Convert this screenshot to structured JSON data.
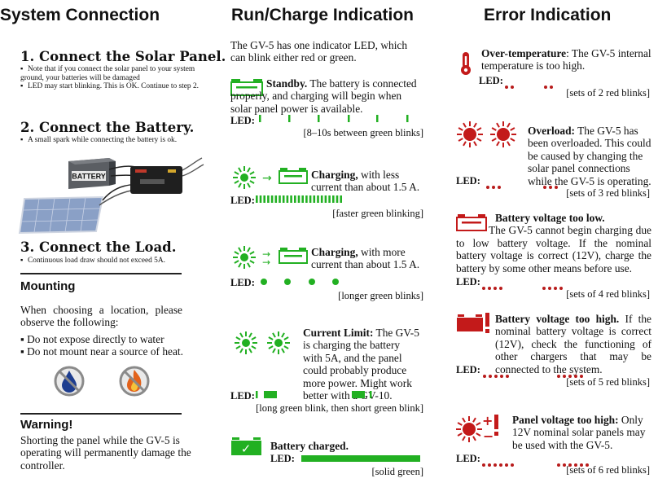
{
  "col1": {
    "title": "System Connection",
    "step1": {
      "heading": "1. Connect the Solar Panel.",
      "notes": [
        "Note that if you connect the solar panel to your system ground, your batteries will be damaged",
        "LED may start blinking.  This is OK.  Continue to step 2."
      ]
    },
    "step2": {
      "heading": "2. Connect the Battery.",
      "notes": [
        "A small spark while connecting the battery is ok."
      ],
      "battery_label": "BATTERY"
    },
    "step3": {
      "heading": "3. Connect the Load.",
      "notes": [
        "Continuous load draw should not exceed 5A."
      ]
    },
    "mounting": {
      "heading": "Mounting",
      "intro": "When choosing a location, please observe the following:",
      "items": [
        "Do not expose directly to water",
        "Do not mount near a source of heat."
      ]
    },
    "warning": {
      "heading": "Warning!",
      "text": "Shorting the panel while the GV-5 is operating will permanently damage the controller."
    }
  },
  "col2": {
    "title": "Run/Charge Indication",
    "intro": "The GV-5 has one indicator LED, which can blink either red or green.",
    "led_label": "LED:",
    "standby": {
      "title": "Standby.",
      "text": " The battery is connected properly, and charging will begin when solar panel power is available.",
      "caption": "[8–10s between green blinks]"
    },
    "charging_low": {
      "title": "Charging,",
      "text": " with less current than about 1.5 A.",
      "caption": "[faster green blinking]"
    },
    "charging_high": {
      "title": "Charging,",
      "text": " with more current than about 1.5 A.",
      "caption": "[longer green blinks]"
    },
    "current_limit": {
      "title": "Current Limit:",
      "text": " The GV-5 is charging the battery with 5A, and the panel could probably produce more power. Might work better with a GV-10.",
      "caption": "[long green blink, then short green blink]"
    },
    "charged": {
      "title": "Battery charged.",
      "caption": "[solid green]"
    }
  },
  "col3": {
    "title": "Error Indication",
    "led_label": "LED:",
    "over_temp": {
      "title": "Over-temperature",
      "text": ": The GV-5 internal temperature is too high.",
      "caption": "[sets of 2 red blinks]"
    },
    "overload": {
      "title": "Overload:",
      "text": " The GV-5 has been overloaded.  This could be caused by changing the solar panel connections while the GV-5 is operating.",
      "caption": "[sets of 3 red blinks]"
    },
    "batt_low": {
      "title": "Battery voltage too low.",
      "text": "The GV-5 cannot begin charging due to low battery voltage.  If the nominal battery voltage is correct (12V), charge the battery by some other means before use.",
      "caption": "[sets of 4 red blinks]"
    },
    "batt_high": {
      "title": "Battery voltage too high.",
      "text": "  If the nominal battery voltage is correct (12V), check the functioning of other chargers that may be connected to the system.",
      "caption": "[sets of 5 red blinks]"
    },
    "panel_high": {
      "title": "Panel voltage too high:",
      "text": " Only 12V nominal solar panels may be used with the GV-5.",
      "caption": "[sets of 6 red blinks]"
    }
  },
  "colors": {
    "green": "#22b022",
    "red": "#c31a1a"
  }
}
